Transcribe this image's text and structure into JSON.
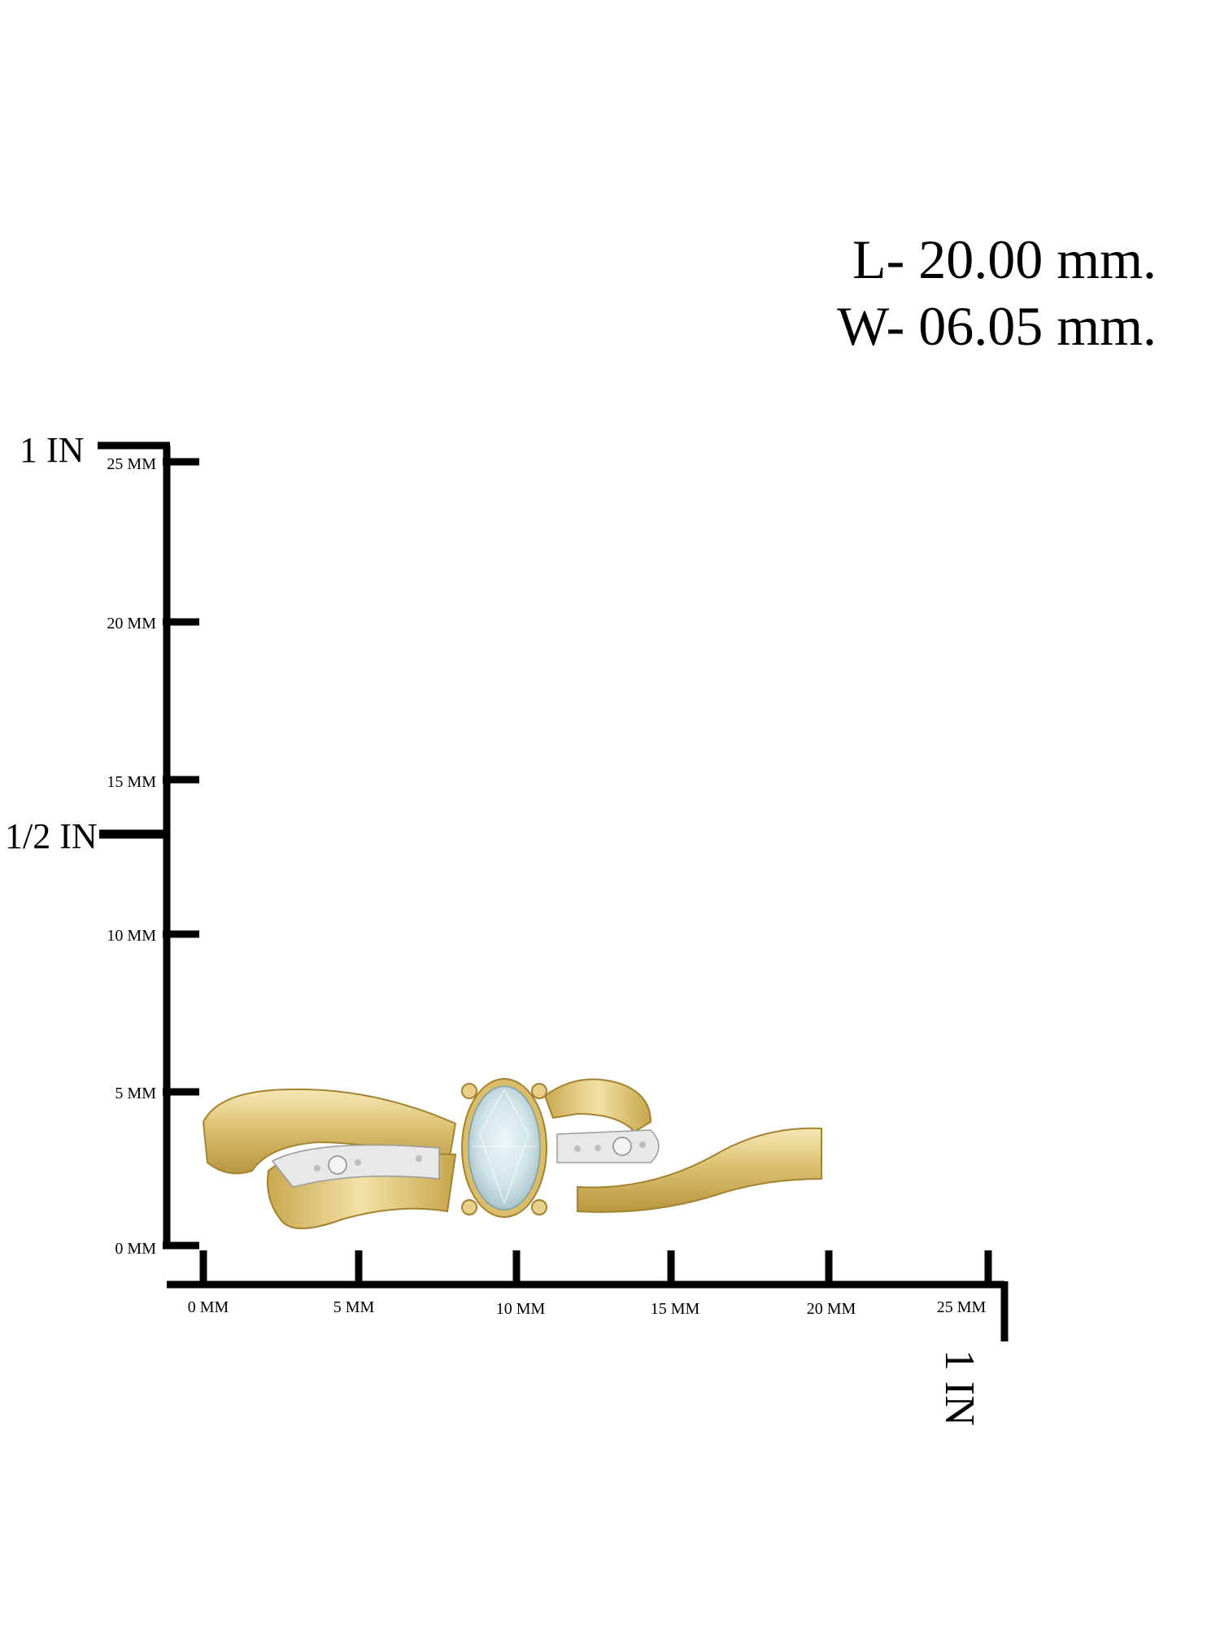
{
  "dimensions": {
    "length": "L- 20.00 mm.",
    "width": "W- 06.05 mm."
  },
  "ruler": {
    "inch_labels": {
      "one_in_top": "1 IN",
      "half_in": "1/2 IN",
      "one_in_right": "1 IN"
    },
    "y_labels": [
      "25 MM",
      "20 MM",
      "15 MM",
      "10 MM",
      "5 MM",
      "0 MM"
    ],
    "x_labels": [
      "0 MM",
      "5 MM",
      "10 MM",
      "15 MM",
      "20 MM",
      "25 MM"
    ]
  },
  "colors": {
    "ruler": "#000000",
    "gold": "#d9bd6a",
    "gold_light": "#f3e4ae",
    "gold_dark": "#a3832f",
    "silver": "#e6e6e6",
    "gem": "#cfe3e8"
  },
  "product": {
    "icon": "ring-image"
  }
}
